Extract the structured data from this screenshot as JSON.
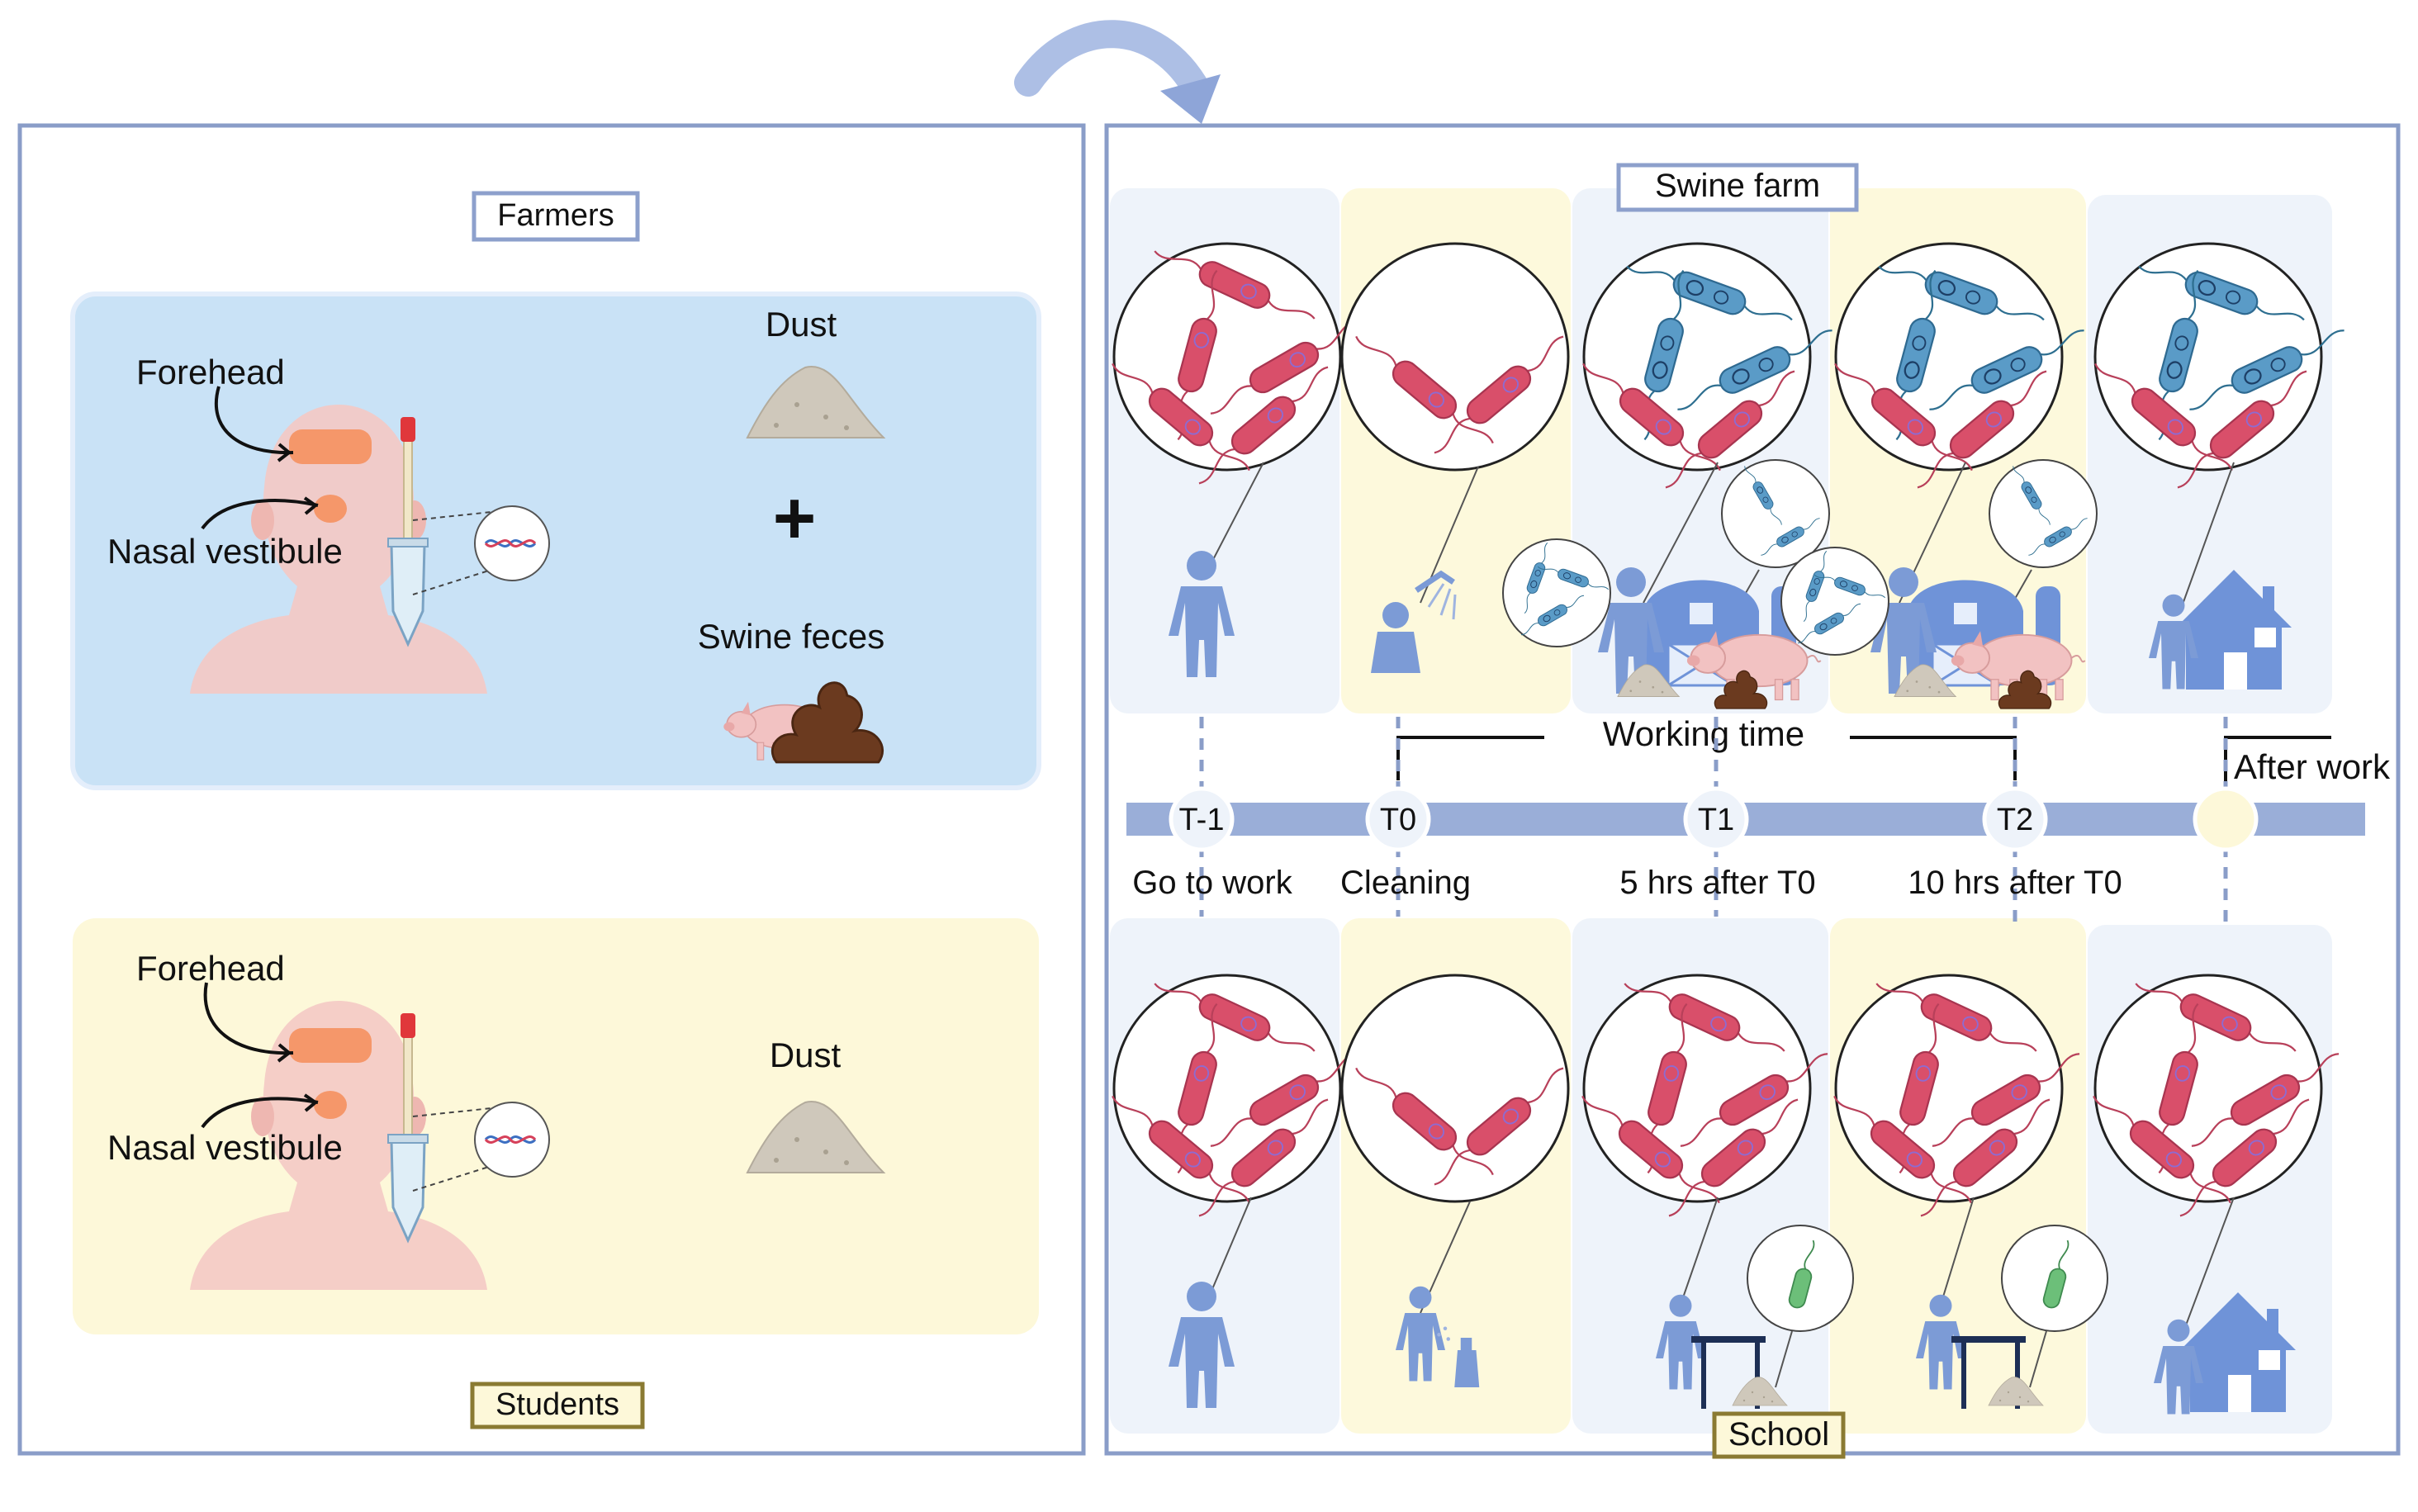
{
  "left_panel": {
    "farmers": {
      "tag": "Farmers",
      "forehead": "Forehead",
      "nasal": "Nasal  vestibule",
      "dust": "Dust",
      "plus": "+",
      "feces": "Swine feces"
    },
    "students": {
      "tag": "Students",
      "forehead": "Forehead",
      "nasal": "Nasal  vestibule",
      "dust": "Dust"
    }
  },
  "right_panel": {
    "swine_farm_tag": "Swine farm",
    "school_tag": "School",
    "working_time": "Working time",
    "after_work": "After work",
    "timeline": [
      {
        "node": "T-1",
        "label": "Go to work"
      },
      {
        "node": "T0",
        "label": "Cleaning"
      },
      {
        "node": "T1",
        "label": "5 hrs after T0"
      },
      {
        "node": "T2",
        "label": "10 hrs after T0"
      },
      {
        "node": "",
        "label": ""
      }
    ]
  },
  "colors": {
    "panel_border": "#8a9dc8",
    "farmers_bg": "#c9e2f6",
    "students_bg": "#fdf8d9",
    "column_blue": "#eef3fa",
    "column_yellow": "#fdf9dc",
    "timeline": "#9aaed8",
    "bacteria_red": "#d94f6a",
    "bacteria_blue": "#4f8fc0",
    "person": "#7c9bd6",
    "tag_farmer_border": "#8da0cc",
    "tag_student_border": "#8a7a32"
  }
}
